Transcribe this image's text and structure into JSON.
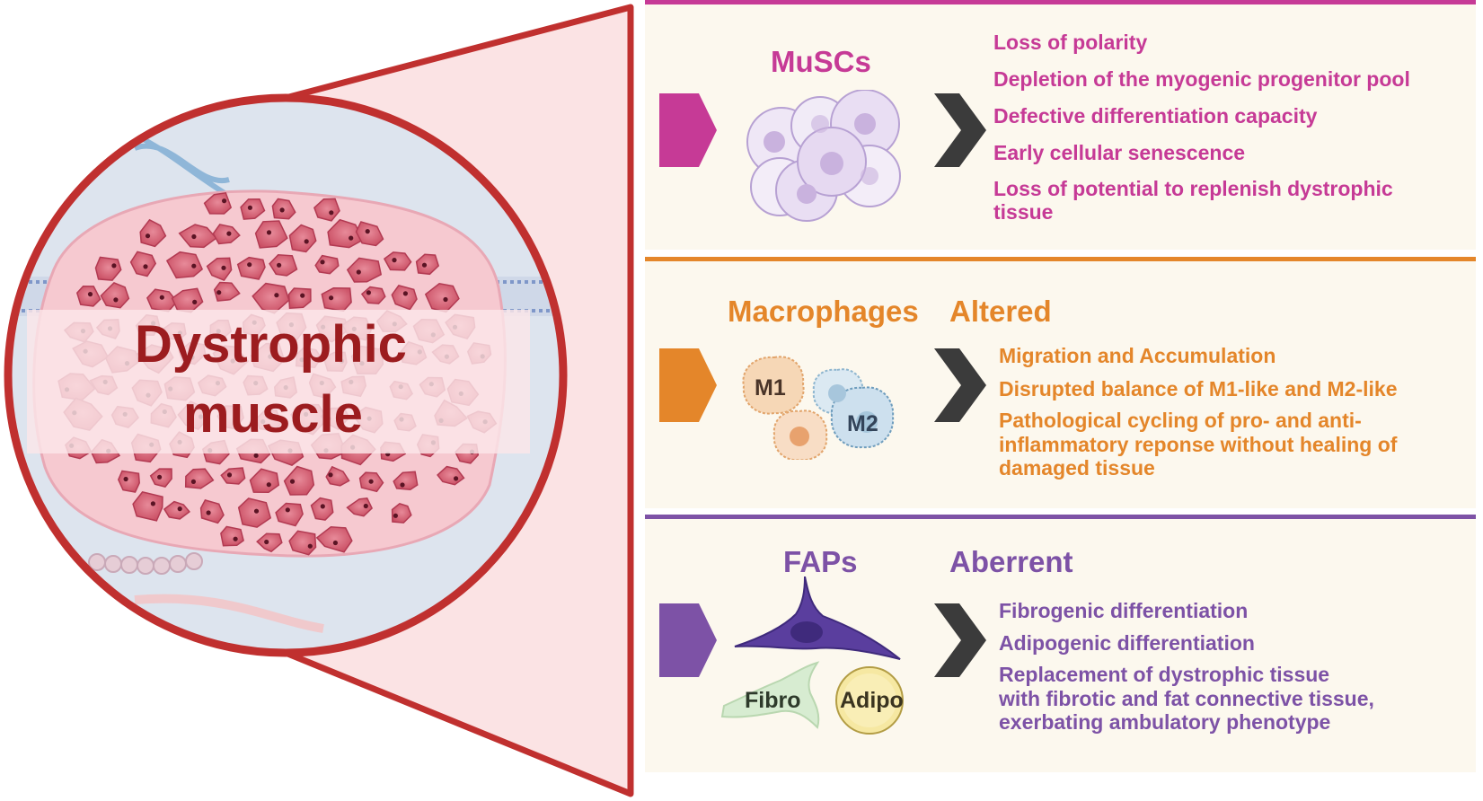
{
  "left": {
    "title_line1": "Dystrophic",
    "title_line2": "muscle"
  },
  "colors": {
    "musc": "#c63a96",
    "macro": "#e4862a",
    "faps": "#7d52a6",
    "frame": "#c0302f",
    "chevron": "#3b3b3b"
  },
  "muscs": {
    "title": "MuSCs",
    "items": [
      "Loss of polarity",
      "Depletion of the myogenic progenitor pool",
      "Defective differentiation capacity",
      "Early cellular senescence",
      "Loss of potential to replenish dystrophic tissue"
    ]
  },
  "macrophages": {
    "title": "Macrophages",
    "qualifier": "Altered",
    "m1": "M1",
    "m2": "M2",
    "items": [
      "Migration and Accumulation",
      "Disrupted balance of M1-like and M2-like",
      "Pathological cycling of pro- and anti-inflammatory reponse without healing of damaged tissue"
    ]
  },
  "faps": {
    "title": "FAPs",
    "qualifier": "Aberrent",
    "fibro": "Fibro",
    "adipo": "Adipo",
    "items": [
      "Fibrogenic differentiation",
      "Adipogenic differentiation",
      "Replacement of dystrophic tissue with fibrotic and fat connective tissue, exerbating ambulatory phenotype"
    ]
  }
}
